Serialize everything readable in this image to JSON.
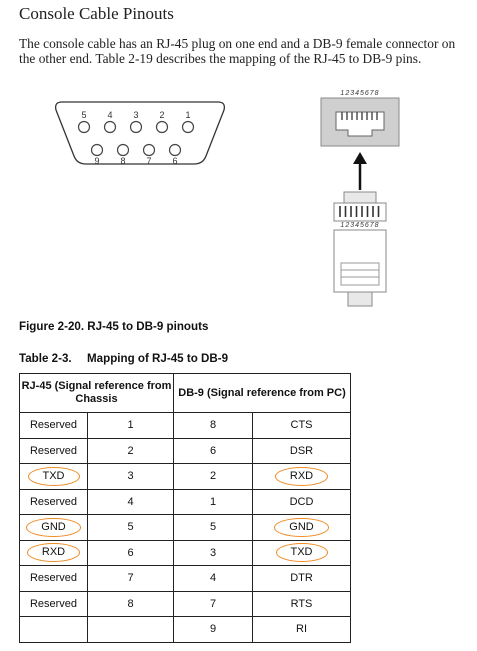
{
  "page": {
    "heading": "Console Cable Pinouts",
    "intro": "The console cable has an RJ-45 plug on one end and a DB-9 female connector on the other end. Table 2-19 describes the mapping of the RJ-45 to DB-9 pins."
  },
  "figure": {
    "db9_top_pins": [
      "5",
      "4",
      "3",
      "2",
      "1"
    ],
    "db9_bottom_pins": [
      "9",
      "8",
      "7",
      "6"
    ],
    "rj45_jack_label": "12345678",
    "rj45_plug_label": "12345678",
    "caption": "Figure 2-20.  RJ-45 to DB-9 pinouts"
  },
  "table": {
    "caption_num": "Table 2-3.",
    "caption_title": "Mapping of RJ-45 to DB-9",
    "header_left": "RJ-45 (Signal reference from Chassis",
    "header_right": "DB-9 (Signal reference from PC)",
    "rows": [
      {
        "rj_signal": "Reserved",
        "rj_pin": "1",
        "db_pin": "8",
        "db_signal": "CTS"
      },
      {
        "rj_signal": "Reserved",
        "rj_pin": "2",
        "db_pin": "6",
        "db_signal": "DSR"
      },
      {
        "rj_signal": "TXD",
        "rj_pin": "3",
        "db_pin": "2",
        "db_signal": "RXD"
      },
      {
        "rj_signal": "Reserved",
        "rj_pin": "4",
        "db_pin": "1",
        "db_signal": "DCD"
      },
      {
        "rj_signal": "GND",
        "rj_pin": "5",
        "db_pin": "5",
        "db_signal": "GND"
      },
      {
        "rj_signal": "RXD",
        "rj_pin": "6",
        "db_pin": "3",
        "db_signal": "TXD"
      },
      {
        "rj_signal": "Reserved",
        "rj_pin": "7",
        "db_pin": "4",
        "db_signal": "DTR"
      },
      {
        "rj_signal": "Reserved",
        "rj_pin": "8",
        "db_pin": "7",
        "db_signal": "RTS"
      },
      {
        "rj_signal": "",
        "rj_pin": "",
        "db_pin": "9",
        "db_signal": "RI"
      }
    ],
    "highlight_color": "#f08a24"
  }
}
